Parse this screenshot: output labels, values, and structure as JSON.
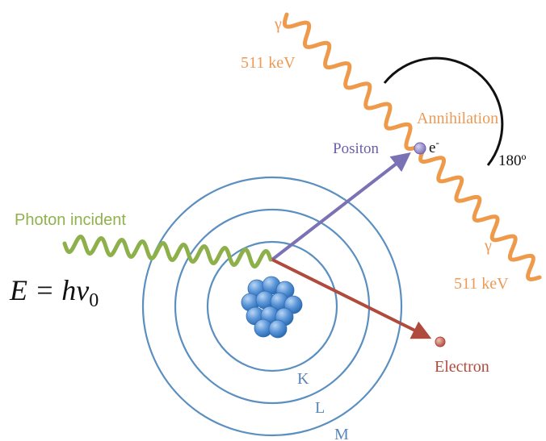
{
  "labels": {
    "photon_incident": "Photon incident",
    "energy_formula": "E = hν",
    "energy_subscript": "0",
    "positron": "Positon",
    "electron_minus": "e",
    "electron_minus_sup": "-",
    "annihilation": "Annihilation",
    "angle": "180º",
    "gamma_top_symbol": "γ",
    "gamma_top_energy": "511 keV",
    "gamma_bottom_symbol": "γ",
    "gamma_bottom_energy": "511 keV",
    "electron": "Electron",
    "shell_k": "K",
    "shell_l": "L",
    "shell_m": "M"
  },
  "colors": {
    "photon": "#8db04a",
    "photon_text": "#90b24c",
    "gamma": "#ee9a4a",
    "gamma_text": "#ec9a55",
    "orbit": "#5a8fc0",
    "shell_text": "#5a86b6",
    "positron_arrow": "#7b72b6",
    "positron_text": "#6a5fb0",
    "electron_arrow": "#b04a3c",
    "electron_text": "#b04a3c",
    "nucleus_fill": "#5b95d8",
    "nucleus_stroke": "#2e6db3",
    "arc": "#111111",
    "formula": "#111111"
  },
  "icons": {
    "nucleus": "nucleus-icon",
    "positron_particle": "positron-dot-icon",
    "electron_particle": "electron-dot-icon"
  }
}
